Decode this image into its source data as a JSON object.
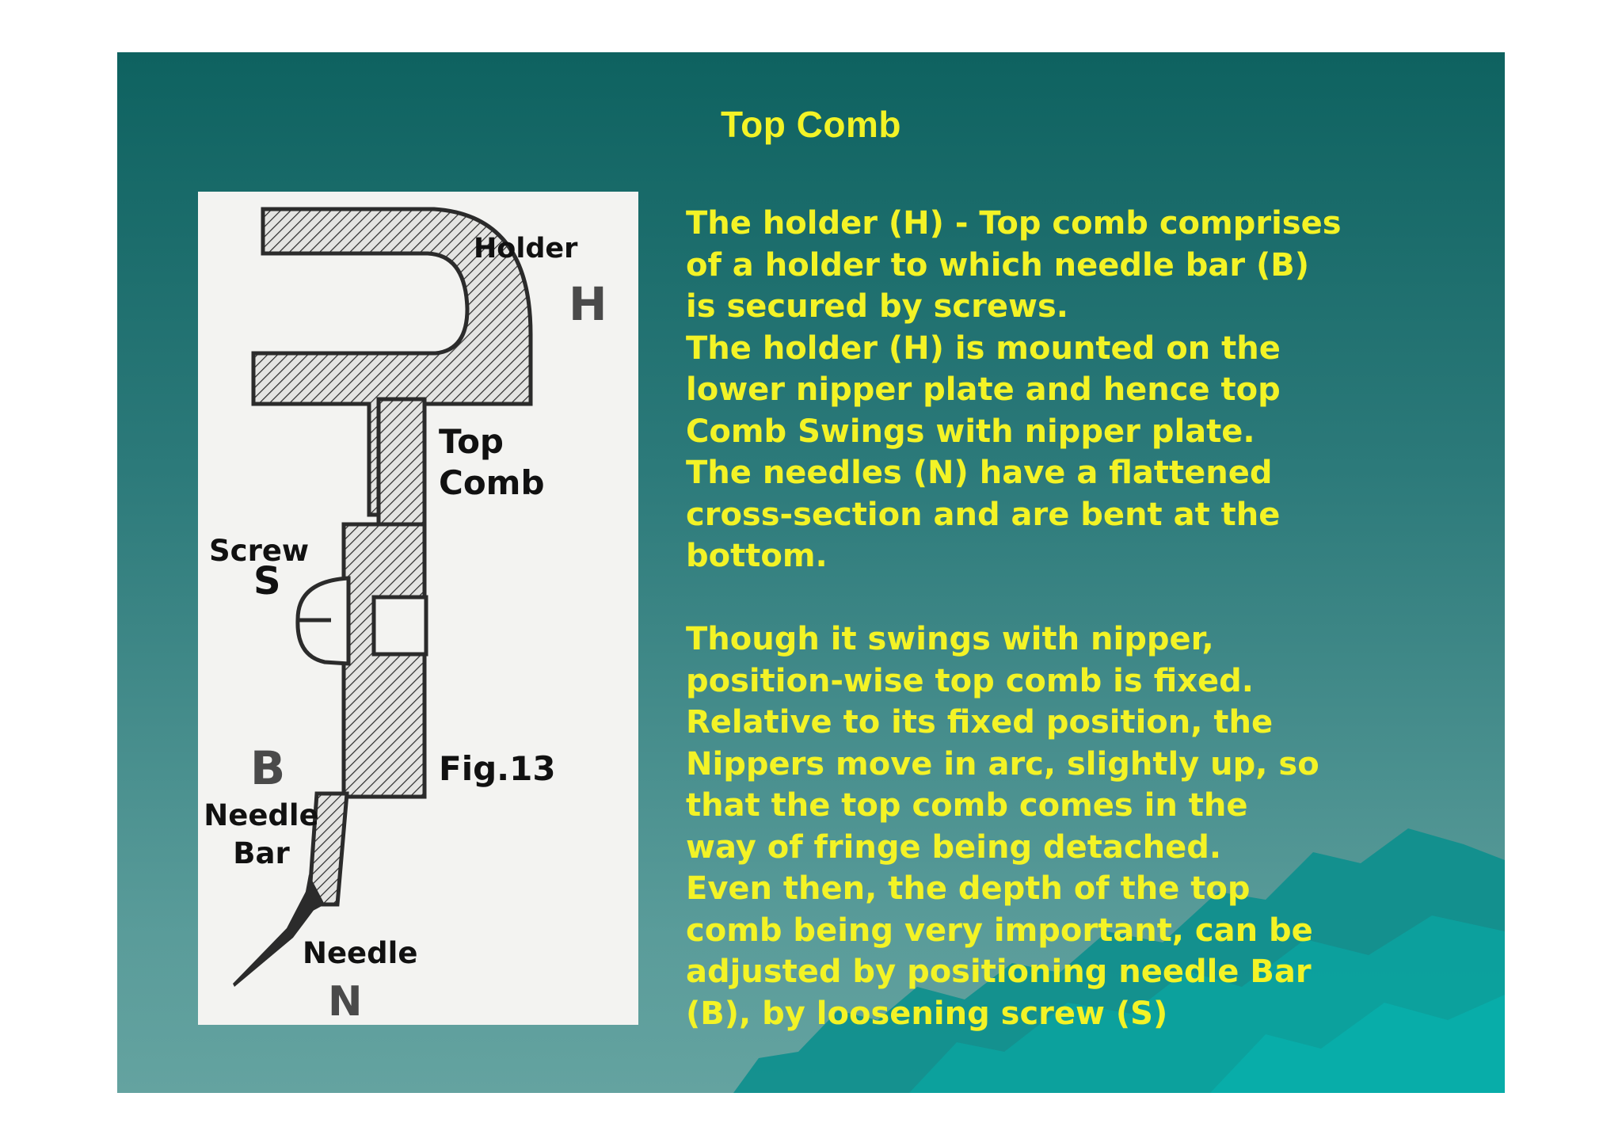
{
  "slide": {
    "title": "Top Comb",
    "figure": {
      "labels": {
        "holder": "Holder",
        "h_letter": "H",
        "top_comb": "Top\nComb",
        "screw": "Screw",
        "s_letter": "S",
        "b_letter": "B",
        "fig": "Fig.13",
        "needle_bar": "Needle\nBar",
        "needle": "Needle",
        "n_letter": "N"
      }
    },
    "paragraphs": [
      "The holder (H) - Top comb comprises\nof a holder to which needle bar (B)\nis secured by screws.\nThe holder (H) is mounted on the\nlower nipper plate and hence top\nComb Swings with nipper plate.\nThe needles (N) have a flattened\ncross-section and are bent at the\nbottom.",
      "Though it swings with nipper,\nposition-wise top comb is fixed.\nRelative to its fixed position, the\nNippers move in arc, slightly up, so\nthat the top comb comes in the\nway of fringe being detached.\nEven then, the depth of the top\ncomb being very important, can be\nadjusted by positioning needle Bar\n(B), by loosening screw (S)"
    ],
    "colors": {
      "text_yellow": "#f3f326",
      "bg_top": "#0e6260",
      "bg_bottom": "#64a3a0",
      "mountain": "#0a9a98"
    }
  }
}
